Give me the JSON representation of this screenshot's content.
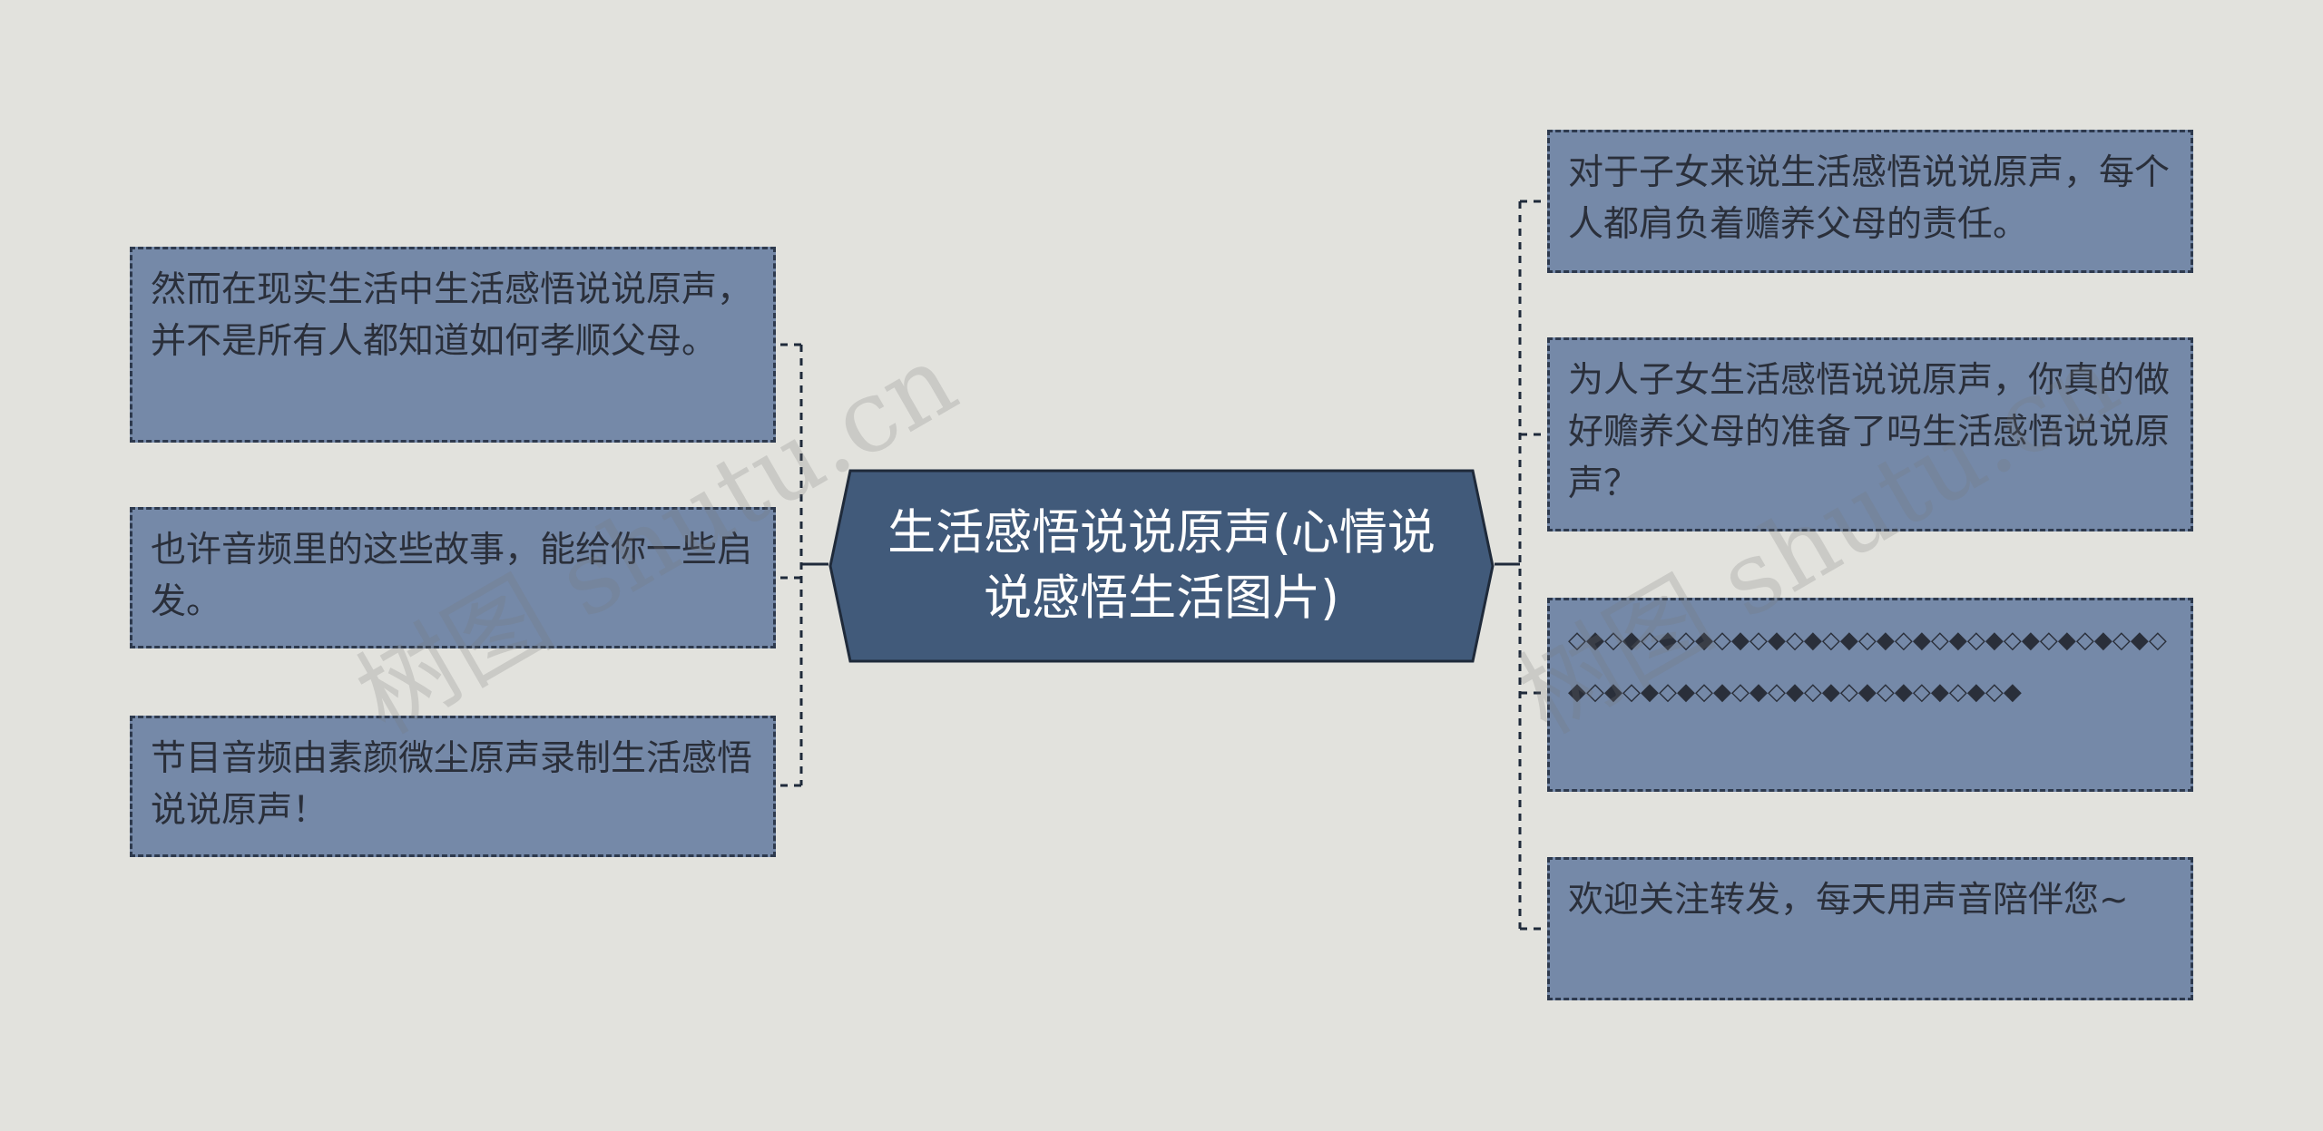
{
  "center": {
    "text": "生活感悟说说原声(心情说说感悟生活图片)"
  },
  "left_nodes": [
    {
      "text": "然而在现实生活中生活感悟说说原声，并不是所有人都知道如何孝顺父母。"
    },
    {
      "text": "也许音频里的这些故事，能给你一些启发。"
    },
    {
      "text": "节目音频由素颜微尘原声录制生活感悟说说原声！"
    }
  ],
  "right_nodes": [
    {
      "text": "对于子女来说生活感悟说说原声，每个人都肩负着赡养父母的责任。"
    },
    {
      "text": "为人子女生活感悟说说原声，你真的做好赡养父母的准备了吗生活感悟说说原声？"
    },
    {
      "text": "◇◆◇◆◇◆◇◆◇◆◇◆◇◆◇◆◇◆◇◆◇◆◇◆◇◆◇◆◇◆◇◆◇◆◇◆◇◆◇◆◇◆◇◆◇◆◇◆◇◆◇◆◇◆◇◆◇◆"
    },
    {
      "text": "欢迎关注转发，每天用声音陪伴您~"
    }
  ],
  "watermarks": [
    "树图 shutu.cn",
    "树图 shutu.cn"
  ],
  "colors": {
    "background": "#e2e2dd",
    "node_fill": "#7589a8",
    "center_fill": "#415a7a",
    "border": "#1f2a3a"
  }
}
